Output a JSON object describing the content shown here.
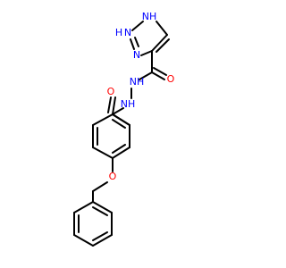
{
  "molecule": {
    "atom_labels": {
      "triazole_nh": "NH",
      "triazole_n2_h_prefix": "H",
      "triazole_n2": "N",
      "triazole_n3": "N",
      "amide1_o": "O",
      "hydrazide_nh1": "NH",
      "hydrazide_nh2": "NH",
      "amide2_o": "O",
      "ether_o": "O"
    },
    "colors": {
      "nitrogen": "#0000ff",
      "oxygen": "#ff0000",
      "carbon_bond": "#000000",
      "background": "#ffffff"
    }
  }
}
